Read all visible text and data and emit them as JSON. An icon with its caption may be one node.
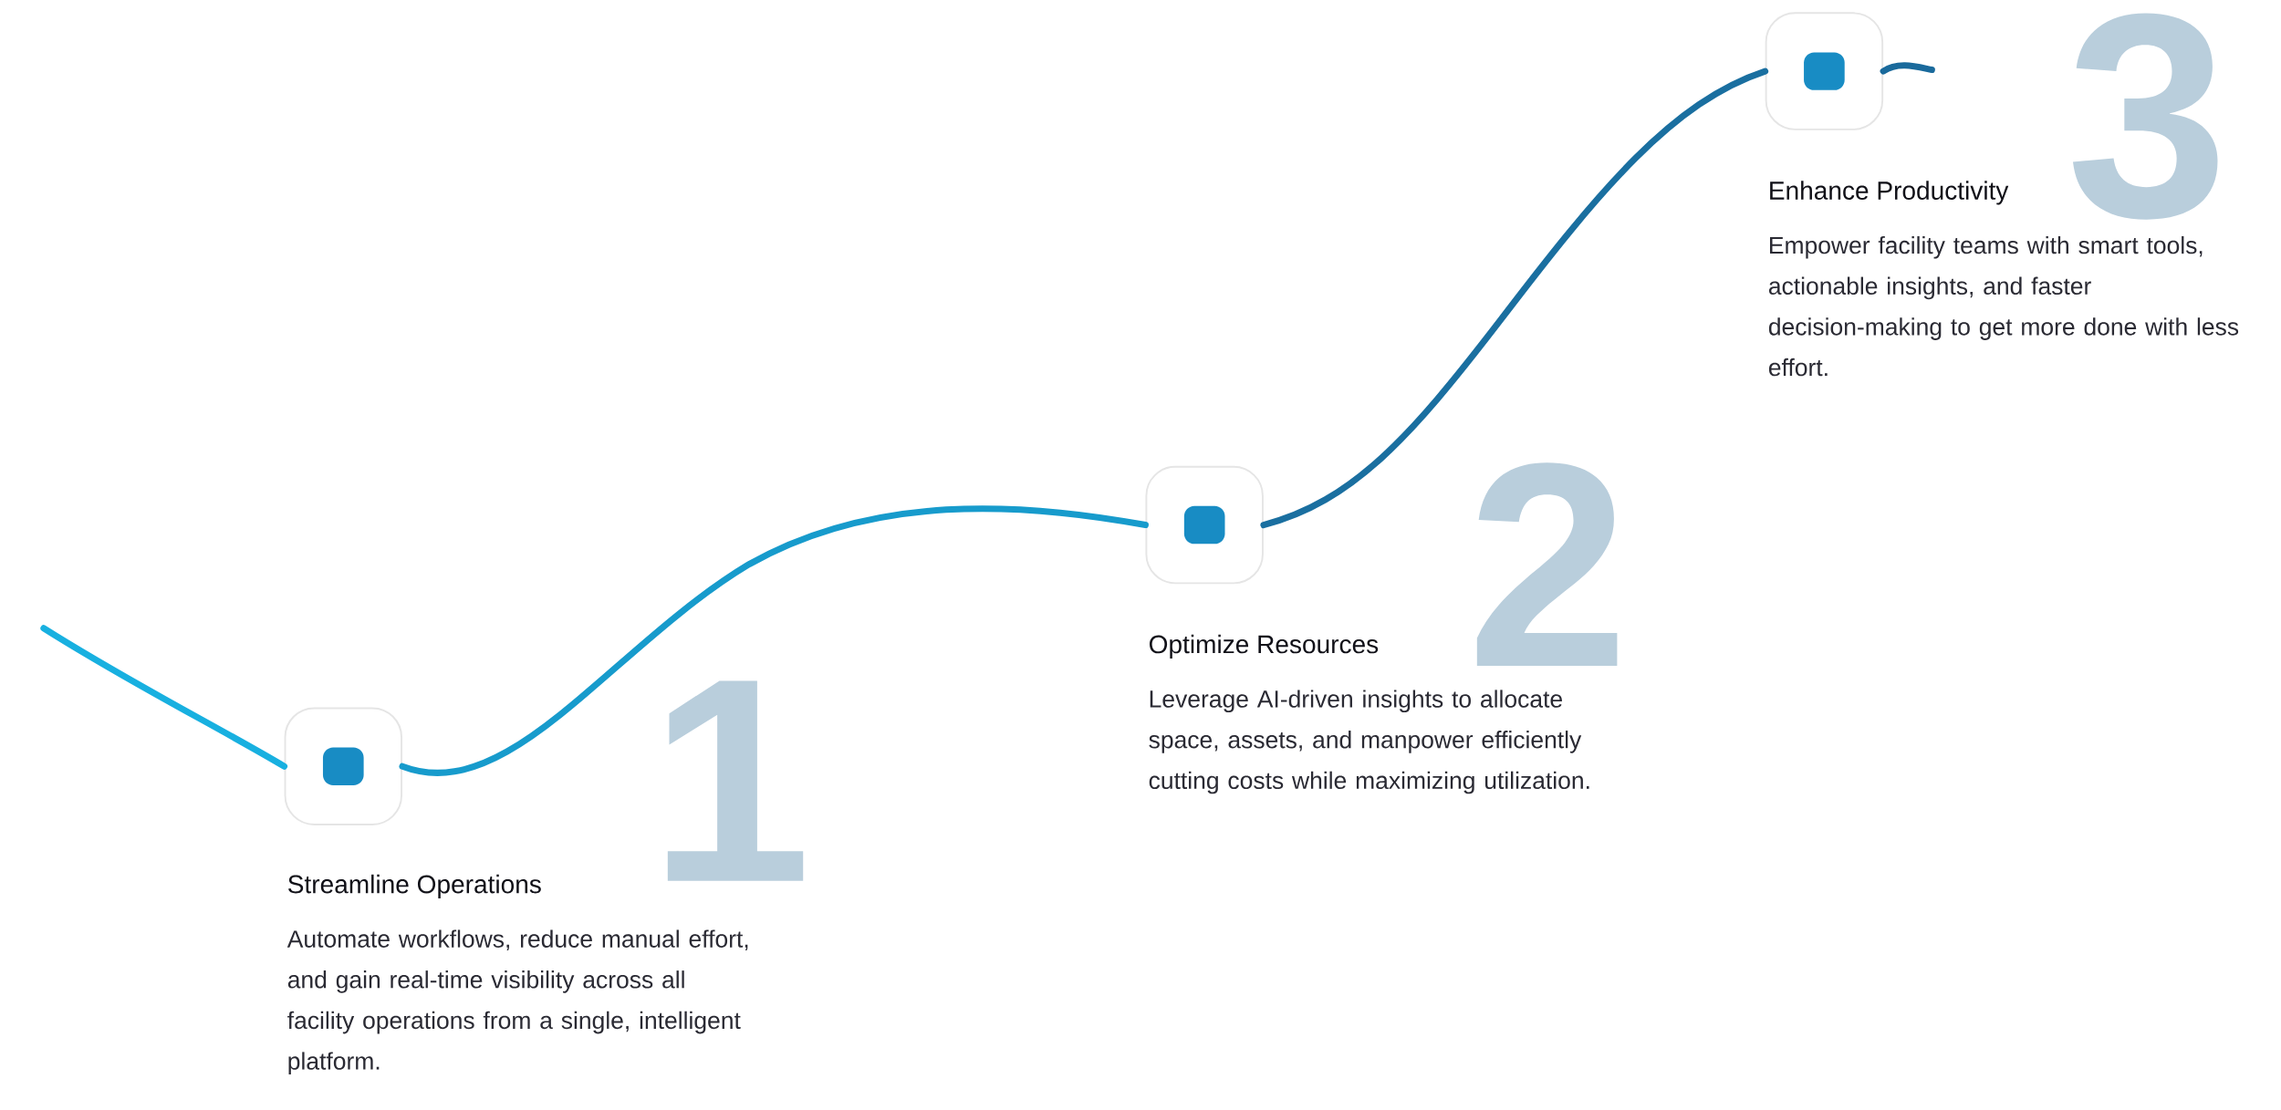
{
  "diagram": {
    "nodes": [
      {
        "text": [],
        "shape": "box",
        "beside": [
          "Streamline Operations",
          "Automate workflows, reduce manual effort, and gain real-time visibility across all facility operations from a single, intelligent platform."
        ]
      },
      {
        "text": [],
        "shape": "box",
        "beside": [
          "Optimize Resources",
          "Leverage AI-driven insights to allocate space, assets, and manpower efficiently cutting costs while maximizing utilization."
        ]
      },
      {
        "text": [],
        "shape": "box",
        "beside": [
          "Enhance Productivity",
          "Empower facility teams with smart tools, actionable insights, and faster decision-making to get more done with less effort."
        ]
      }
    ],
    "edges": [
      {
        "from": null,
        "to": 0,
        "arrow": "none",
        "color": "#18b0e0"
      },
      {
        "from": 0,
        "to": 1,
        "arrow": "none",
        "color": "#179bcc"
      },
      {
        "from": 1,
        "to": 2,
        "arrow": "none",
        "color": "#1a6fa0"
      },
      {
        "from": 2,
        "to": null,
        "arrow": "none",
        "color": "#1a6a9c"
      }
    ],
    "labels": [
      "1",
      "2",
      "3"
    ]
  }
}
